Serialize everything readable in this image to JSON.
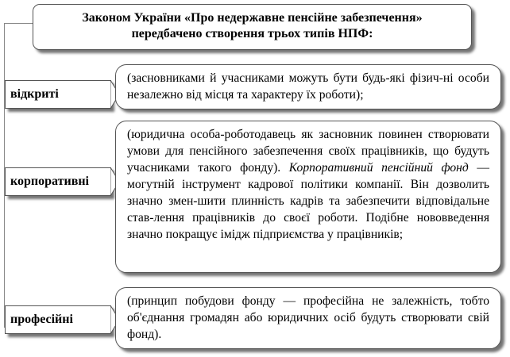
{
  "header": {
    "line1": "Законом України «Про недержавне пенсійне забезпечення»",
    "line2": "передбачено створення трьох типів НПФ:"
  },
  "types": [
    {
      "label": "відкриті",
      "desc": "(засновниками й учасниками можуть бути будь-які фізич-ні особи незалежно від місця та характеру їх роботи);"
    },
    {
      "label": "корпоративні",
      "desc_before": "(юридична особа-роботодавець як засновник повинен створювати умови для пенсійного забезпечення своїх працівників, що будуть учасниками такого фонду). ",
      "desc_em": "Корпоративний пенсійний фонд",
      "desc_after": " — могутній інструмент кадрової політики компанії. Він дозволить значно змен-шити плинність кадрів та забезпечити відповідальне став-лення працівників до своєї роботи. Подібне нововведення значно покращує імідж підприємства у працівників;"
    },
    {
      "label": "професійні",
      "desc": "(принцип побудови фонду — професійна не залежність, тобто об'єднання громадян або юридичних осіб будуть створювати свій фонд)."
    }
  ]
}
